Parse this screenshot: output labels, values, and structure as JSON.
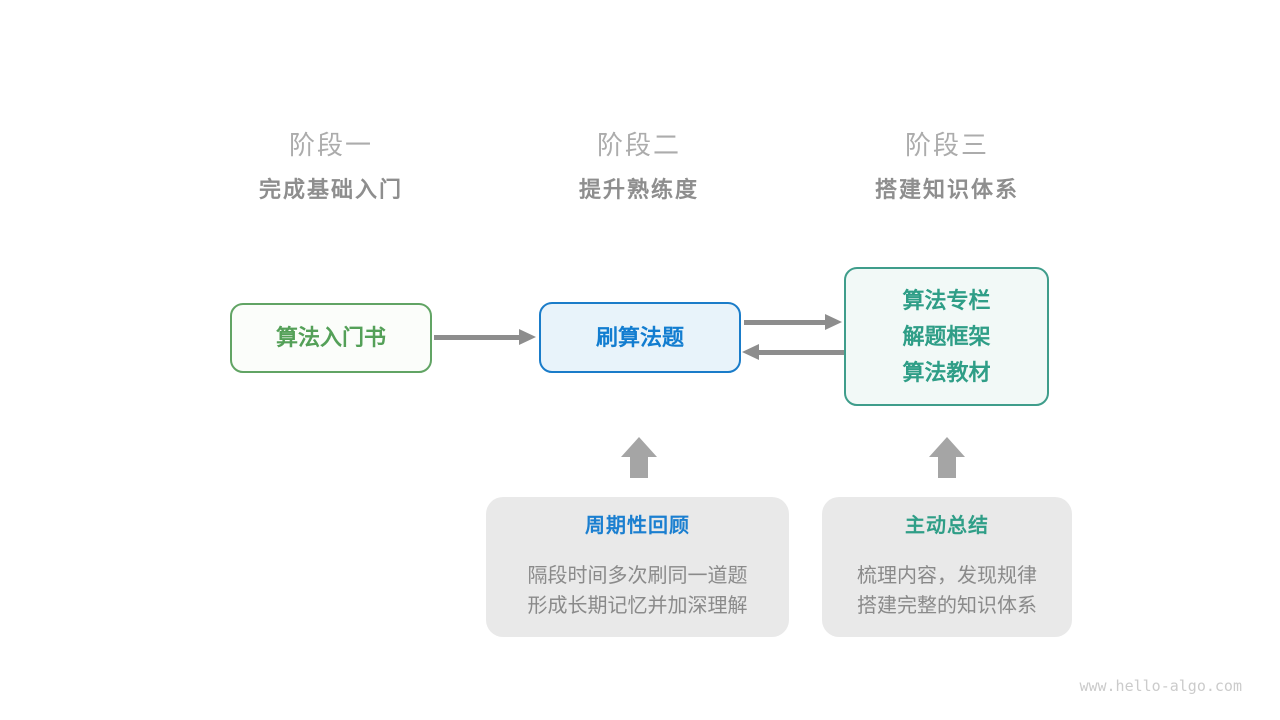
{
  "stages": [
    {
      "label": "阶段一",
      "subtitle": "完成基础入门"
    },
    {
      "label": "阶段二",
      "subtitle": "提升熟练度"
    },
    {
      "label": "阶段三",
      "subtitle": "搭建知识体系"
    }
  ],
  "nodes": {
    "intro_book": {
      "label": "算法入门书"
    },
    "practice": {
      "label": "刷算法题"
    },
    "resources": {
      "lines": [
        "算法专栏",
        "解题框架",
        "算法教材"
      ]
    }
  },
  "notes": [
    {
      "title": "周期性回顾",
      "lines": [
        "隔段时间多次刷同一道题",
        "形成长期记忆并加深理解"
      ]
    },
    {
      "title": "主动总结",
      "lines": [
        "梳理内容，发现规律",
        "搭建完整的知识体系"
      ]
    }
  ],
  "watermark": "www.hello-algo.com",
  "colors": {
    "stage1_accent": "#54a058",
    "stage2_accent": "#127dd0",
    "stage3_accent": "#2f9e87",
    "arrow_gray": "#8d8d8d",
    "block_arrow_gray": "#a5a5a5",
    "note_bg": "#e9e9e9",
    "heading_gray": "#acacac",
    "body_gray": "#8a8a8a"
  }
}
